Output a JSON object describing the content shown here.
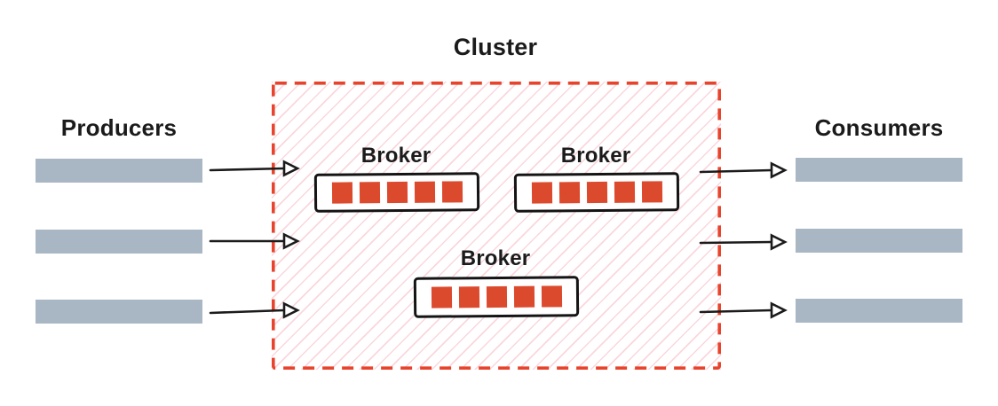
{
  "diagram": {
    "title": "Cluster",
    "left_group": {
      "label": "Producers",
      "count": 3
    },
    "right_group": {
      "label": "Consumers",
      "count": 3
    },
    "cluster": {
      "label": "Cluster",
      "brokers": [
        {
          "label": "Broker",
          "partitions": 5
        },
        {
          "label": "Broker",
          "partitions": 5
        },
        {
          "label": "Broker",
          "partitions": 5
        }
      ]
    },
    "arrows": {
      "producer_to_cluster": 3,
      "cluster_to_consumer": 3
    },
    "colors": {
      "accent_red": "#e8432c",
      "partition_red": "#dc4a2e",
      "bar_gray": "#a9b7c4",
      "hatch_pink": "rgba(238,110,135,0.28)",
      "ink_black": "#1b1b1b"
    }
  }
}
